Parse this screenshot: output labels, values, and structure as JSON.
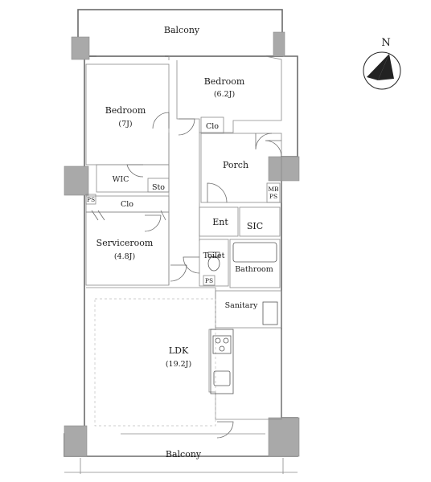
{
  "compass": {
    "north_label": "N"
  },
  "rooms": {
    "balcony_top": {
      "name": "Balcony"
    },
    "bedroom_1": {
      "name": "Bedroom",
      "size": "(7J)"
    },
    "bedroom_2": {
      "name": "Bedroom",
      "size": "(6.2J)"
    },
    "clo_1": {
      "name": "Clo"
    },
    "clo_2": {
      "name": "Clo"
    },
    "wic": {
      "name": "WIC"
    },
    "sto": {
      "name": "Sto"
    },
    "porch": {
      "name": "Porch"
    },
    "mb_ps": {
      "line1": "MB",
      "line2": "PS"
    },
    "ps_left": {
      "name": "PS"
    },
    "ps_toilet": {
      "name": "PS"
    },
    "ent": {
      "name": "Ent"
    },
    "sic": {
      "name": "SIC"
    },
    "serviceroom": {
      "name": "Serviceroom",
      "size": "(4.8J)"
    },
    "toilet": {
      "name": "Toilet"
    },
    "bathroom": {
      "name": "Bathroom"
    },
    "sanitary": {
      "name": "Sanitary"
    },
    "ldk": {
      "name": "LDK",
      "size": "(19.2J)"
    },
    "balcony_bottom": {
      "name": "Balcony"
    }
  }
}
